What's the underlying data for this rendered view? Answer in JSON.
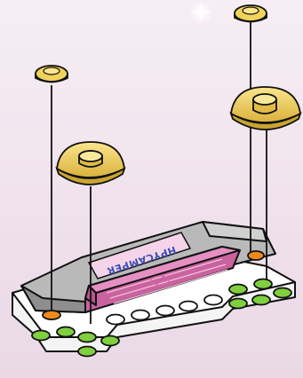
{
  "illustration": {
    "subject": "building-instruction-step",
    "sticker": {
      "text": "HPYCAMPER",
      "mirrored": true
    },
    "colors": {
      "background_top": "#f6eef4",
      "background_bottom": "#ead8e6",
      "plate_white": "#f4f4f4",
      "plate_outline": "#111111",
      "tile_gray": "#b9b9b9",
      "tile_gray_dark": "#8e8e8e",
      "pink_tile": "#e58fc3",
      "pink_tile_dark": "#c9639f",
      "stud_green": "#7fcf3e",
      "stud_orange": "#f08a1a",
      "stud_white": "#ffffff",
      "trans_yellow": "#f2d35a",
      "trans_yellow_dark": "#c9a431",
      "sticker_bg": "#f5d4ea",
      "sticker_text": "#3d4fb0"
    },
    "parts": [
      {
        "name": "small-round-plate",
        "color": "trans-yellow",
        "count": 2
      },
      {
        "name": "round-dish-tile",
        "color": "trans-yellow",
        "count": 2
      }
    ]
  }
}
